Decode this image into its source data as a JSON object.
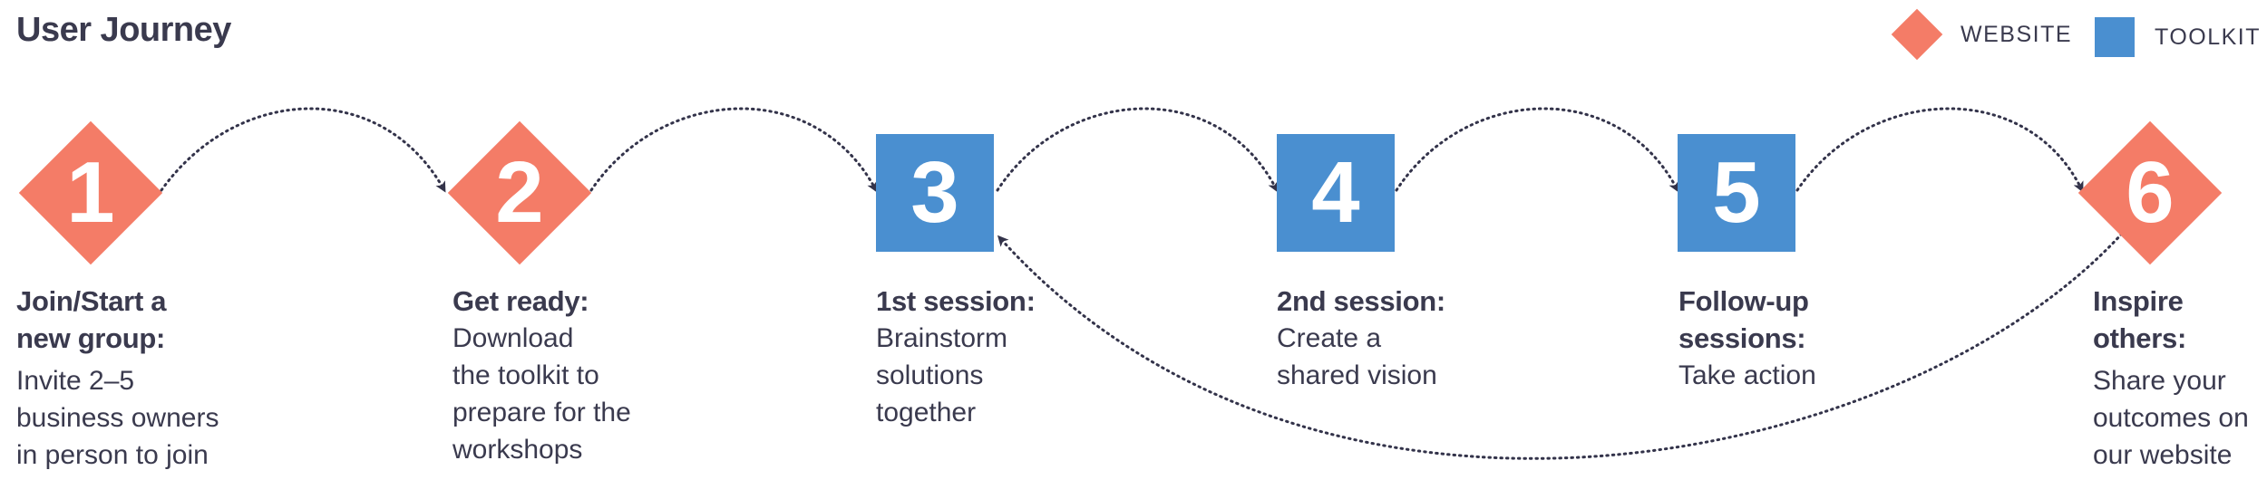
{
  "title": "User Journey",
  "legend": {
    "website_label": "WEBSITE",
    "toolkit_label": "TOOLKIT",
    "website_color": "#f47c67",
    "toolkit_color": "#4a8fd0"
  },
  "steps": [
    {
      "number": "1",
      "type": "website",
      "heading": [
        "Join/Start a",
        "new group:"
      ],
      "body": [
        "Invite 2–5",
        "business owners",
        "in person to join"
      ]
    },
    {
      "number": "2",
      "type": "website",
      "heading": [
        "Get ready:"
      ],
      "body": [
        "Download",
        "the toolkit to",
        "prepare for the",
        "workshops"
      ]
    },
    {
      "number": "3",
      "type": "toolkit",
      "heading": [
        "1st session:"
      ],
      "body": [
        "Brainstorm",
        "solutions",
        "together"
      ]
    },
    {
      "number": "4",
      "type": "toolkit",
      "heading": [
        "2nd session:"
      ],
      "body": [
        "Create a",
        "shared vision"
      ]
    },
    {
      "number": "5",
      "type": "toolkit",
      "heading": [
        "Follow-up",
        "sessions:"
      ],
      "body": [
        "Take action"
      ]
    },
    {
      "number": "6",
      "type": "website",
      "heading": [
        "Inspire",
        "others:"
      ],
      "body": [
        "Share your",
        "outcomes on",
        "our website"
      ]
    }
  ]
}
